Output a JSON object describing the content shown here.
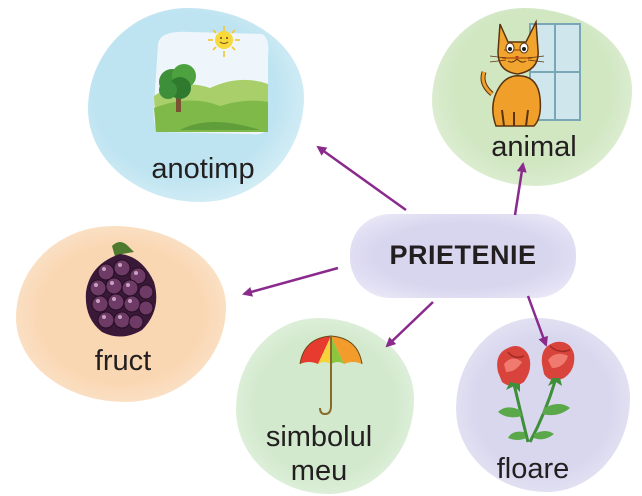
{
  "center": {
    "label": "PRIETENIE"
  },
  "nodes": {
    "anotimp": "anotimp",
    "animal": "animal",
    "fruct": "fruct",
    "simbolul": "simbolul meu",
    "floare": "floare"
  },
  "colors": {
    "arrow": "#8a2a8c",
    "center_bg": "#d8d5ef",
    "anotimp_bg": "#bfe4f1",
    "animal_bg": "#d0e7c2",
    "fruct_bg": "#fad7b3",
    "simbolul_bg": "#d2e9cd",
    "floare_bg": "#d9d7ee"
  },
  "icons": [
    "sun-landscape-icon",
    "cat-icon",
    "blackberry-icon",
    "umbrella-icon",
    "roses-icon"
  ]
}
